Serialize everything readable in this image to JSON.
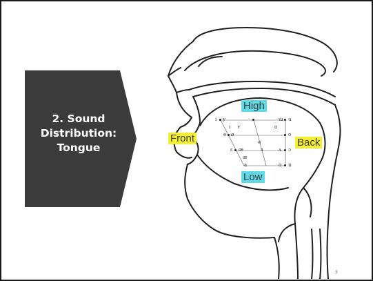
{
  "slide": {
    "section_title": "2. Sound Distribution: Tongue",
    "page_number": "3"
  },
  "diagram": {
    "labels": {
      "high": "High",
      "low": "Low",
      "front": "Front",
      "back": "Back"
    },
    "vowels": [
      "i",
      "y",
      "ɪ",
      "ʏ",
      "e",
      "ø",
      "ə",
      "ɛ",
      "œ",
      "ɜ",
      "ʌ",
      "ɔ",
      "æ",
      "ɑ",
      "ɒ",
      "ɯ",
      "u",
      "ʊ",
      "o",
      "a"
    ]
  },
  "colors": {
    "pentagon": "#3b3b3b",
    "highlight_blue": "#5fd9e6",
    "highlight_yellow": "#f5ef2f"
  }
}
